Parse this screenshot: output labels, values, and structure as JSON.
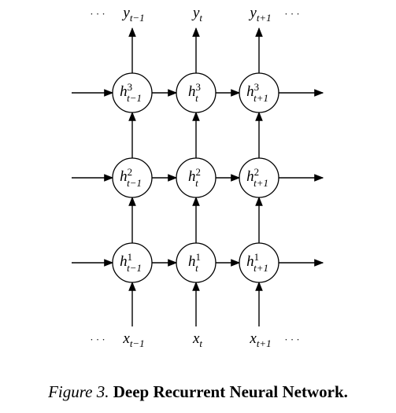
{
  "diagram": {
    "columns": [
      {
        "output": "y",
        "output_sub": "t−1",
        "input": "x",
        "input_sub": "t−1",
        "node_sub": "t−1",
        "leading_dots": true
      },
      {
        "output": "y",
        "output_sub": "t",
        "input": "x",
        "input_sub": "t",
        "node_sub": "t"
      },
      {
        "output": "y",
        "output_sub": "t+1",
        "input": "x",
        "input_sub": "t+1",
        "node_sub": "t+1",
        "trailing_dots": true
      }
    ],
    "layers": [
      "3",
      "2",
      "1"
    ],
    "node_symbol": "h",
    "ellipsis": "· · ·"
  },
  "caption": {
    "label": "Figure 3.",
    "title": "Deep Recurrent Neural Network."
  }
}
